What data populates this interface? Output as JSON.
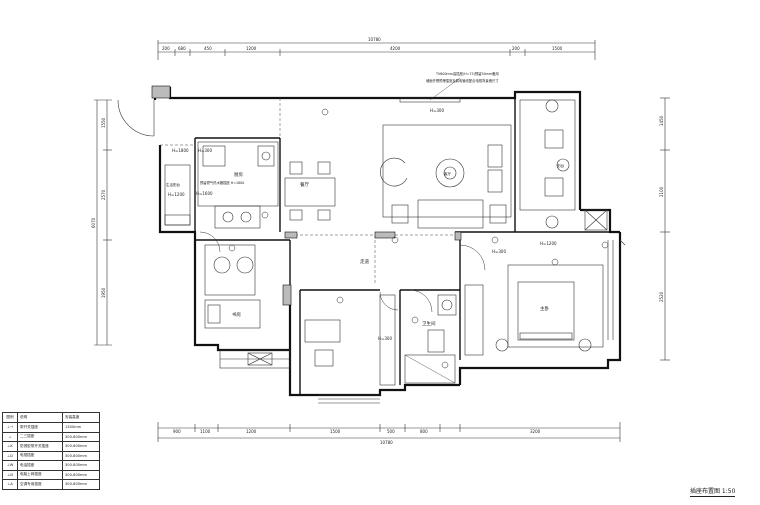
{
  "drawing_title": "插座布置图 1:50",
  "rooms": {
    "dining": "餐厅",
    "living": "客厅",
    "corridor": "走道",
    "balcony_small": "生活阳台",
    "study": "书房",
    "bath": "卫生间",
    "bedroom": "主卧",
    "kitchen": "厨房",
    "balcony_big": "阳台"
  },
  "notes": {
    "kitchen_note": "预留燃气热水器插座 H=1800",
    "tv_note_1": "TV600mm高插座(H=75)预留50mm备用",
    "tv_note_2": "墙面开槽预埋插座及弱电管线配合电视背景墙尺寸"
  },
  "heights": [
    "H=300",
    "H=1600",
    "H=1200",
    "H=1800",
    "H=300",
    "H=300",
    "H=1200",
    "H=300"
  ],
  "dims_top": [
    "10780",
    "200",
    "680",
    "450",
    "1200",
    "4200",
    "200",
    "1500"
  ],
  "dims_bottom": [
    "10780",
    "900",
    "1100",
    "1200",
    "1500",
    "500",
    "800",
    "3200"
  ],
  "dims_left": [
    "6070",
    "1550",
    "2570",
    "1950"
  ],
  "dims_right": [
    "1450",
    "2100",
    "2520"
  ],
  "legend": {
    "headers": [
      "图例",
      "说明",
      "安装高度"
    ],
    "rows": [
      {
        "symbol": "⊥⊣",
        "desc": "带开关插座",
        "height": "1300mm"
      },
      {
        "symbol": "⊥",
        "desc": "二三插座",
        "height": "300-800mm"
      },
      {
        "symbol": "⊥K",
        "desc": "防溅型带开关插座",
        "height": "300-800mm"
      },
      {
        "symbol": "⊥D",
        "desc": "电视插座",
        "height": "300-800mm"
      },
      {
        "symbol": "⊥W",
        "desc": "电话插座",
        "height": "300-800mm"
      },
      {
        "symbol": "⊥N",
        "desc": "电脑上网插座",
        "height": "300-800mm"
      },
      {
        "symbol": "⊥A",
        "desc": "空调专用插座",
        "height": "300-800mm"
      }
    ]
  }
}
